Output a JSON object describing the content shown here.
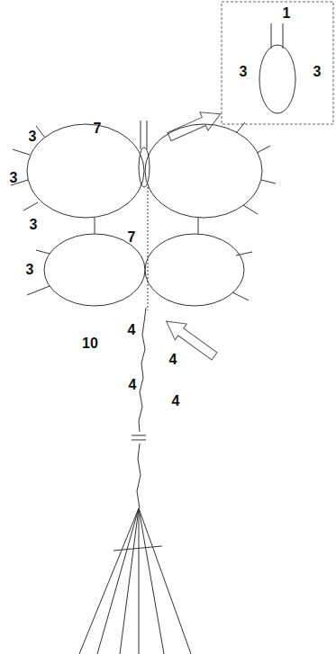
{
  "diagram": {
    "labels": [
      "1",
      "3",
      "3",
      "7",
      "3",
      "3",
      "3",
      "7",
      "3",
      "10",
      "4",
      "4",
      "4",
      "4"
    ]
  }
}
